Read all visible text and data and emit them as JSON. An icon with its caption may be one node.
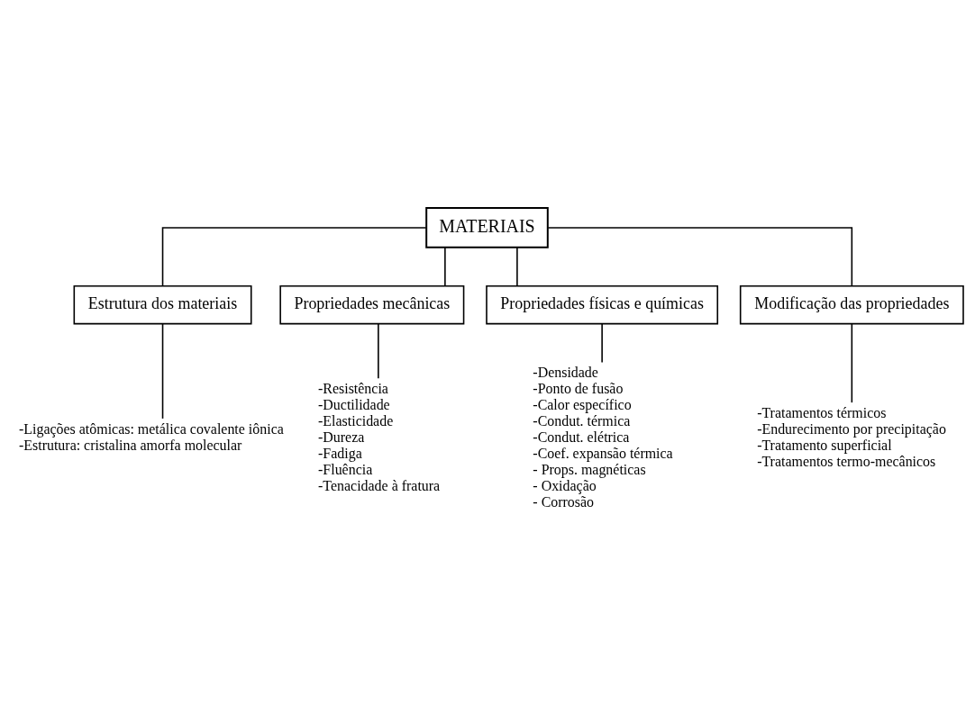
{
  "diagram": {
    "nodes": [
      {
        "text": [
          "MATERIAIS"
        ]
      },
      {
        "text": [
          "Estrutura dos materiais"
        ]
      },
      {
        "text": [
          "Propriedades mecânicas"
        ]
      },
      {
        "text": [
          "Propriedades físicas e químicas"
        ]
      },
      {
        "text": [
          "Modificação das propriedades"
        ]
      },
      {
        "text": [
          "-Ligações atômicas: metálica covalente iônica",
          "-Estrutura: cristalina amorfa molecular"
        ]
      },
      {
        "text": [
          "-Resistência",
          "-Ductilidade",
          "-Elasticidade",
          "-Dureza",
          "-Fadiga",
          "-Fluência",
          "-Tenacidade à fratura"
        ]
      },
      {
        "text": [
          "-Densidade",
          "-Ponto de fusão",
          "-Calor específico",
          "-Condut. térmica",
          "-Condut. elétrica",
          "-Coef. expansão térmica",
          "- Props. magnéticas",
          "- Oxidação",
          "- Corrosão"
        ]
      },
      {
        "text": [
          "-Tratamentos térmicos",
          "-Endurecimento por precipitação",
          "-Tratamento superficial",
          "-Tratamentos termo-mecânicos"
        ]
      }
    ],
    "edges": [
      {
        "from": 0,
        "to": 1,
        "arrow": "none"
      },
      {
        "from": 0,
        "to": 2,
        "arrow": "none"
      },
      {
        "from": 0,
        "to": 3,
        "arrow": "none"
      },
      {
        "from": 0,
        "to": 4,
        "arrow": "none"
      },
      {
        "from": 1,
        "to": 5,
        "arrow": "none"
      },
      {
        "from": 2,
        "to": 6,
        "arrow": "none"
      },
      {
        "from": 3,
        "to": 7,
        "arrow": "none"
      },
      {
        "from": 4,
        "to": 8,
        "arrow": "none"
      }
    ]
  }
}
